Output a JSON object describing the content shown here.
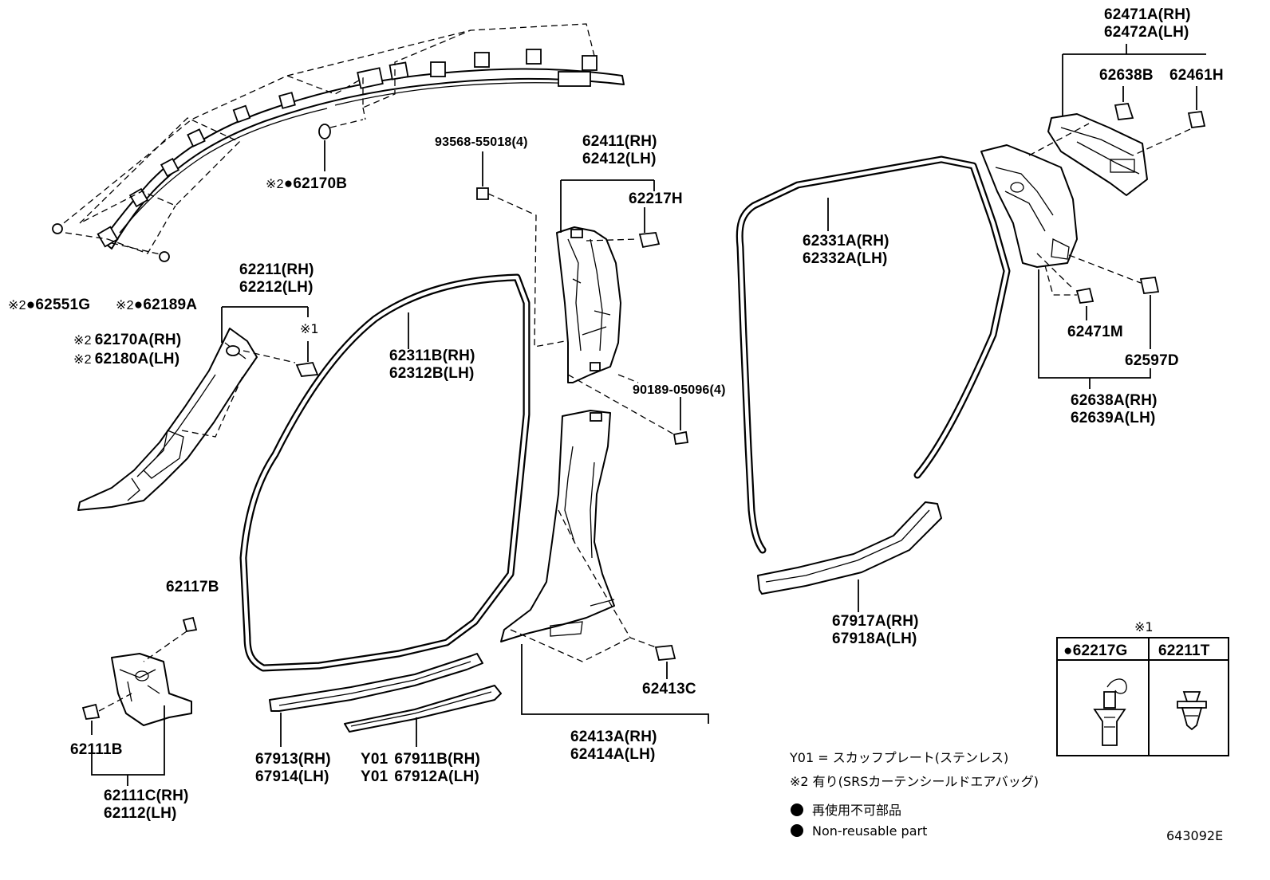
{
  "diagram_id": "643092E",
  "labels": {
    "l_62471A": "62471A(RH)",
    "l_62472A": "62472A(LH)",
    "l_62638B": "62638B",
    "l_62461H": "62461H",
    "l_93568": "93568-55018(4)",
    "l_62411": "62411(RH)",
    "l_62412": "62412(LH)",
    "l_62217H": "62217H",
    "l_62170B": "62170B",
    "l_62331A": "62331A(RH)",
    "l_62332A": "62332A(LH)",
    "l_62551G": "62551G",
    "l_62189A": "62189A",
    "l_62170A": "62170A(RH)",
    "l_62180A": "62180A(LH)",
    "l_62211": "62211(RH)",
    "l_62212": "62212(LH)",
    "l_x1a": "※1",
    "l_62311B": "62311B(RH)",
    "l_62312B": "62312B(LH)",
    "l_62471M": "62471M",
    "l_62597D": "62597D",
    "l_90189": "90189-05096(4)",
    "l_62638A": "62638A(RH)",
    "l_62639A": "62639A(LH)",
    "l_62117B": "62117B",
    "l_67917A": "67917A(RH)",
    "l_67918A": "67918A(LH)",
    "l_x1b": "※1",
    "l_62413C": "62413C",
    "l_62111B": "62111B",
    "l_67913": "67913(RH)",
    "l_67914": "67914(LH)",
    "l_67911B": "67911B(RH)",
    "l_67912A": "67912A(LH)",
    "l_62413A": "62413A(RH)",
    "l_62414A": "62414A(LH)",
    "l_62111C": "62111C(RH)",
    "l_62112": "62112(LH)"
  },
  "prefixes": {
    "ref2": "※2",
    "y01": "Y01"
  },
  "table": {
    "col1": "62217G",
    "col2": "62211T"
  },
  "legend": {
    "y01": "Y01 = スカッフプレート(ステンレス)",
    "ref2": "※2 有り(SRSカーテンシールドエアバッグ)",
    "nonreuse_jp": "再使用不可部品",
    "nonreuse_en": "Non-reusable part"
  }
}
